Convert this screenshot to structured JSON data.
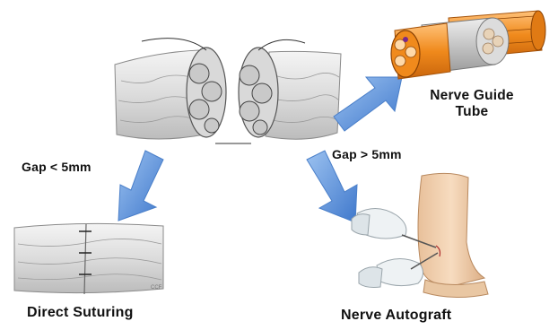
{
  "labels": {
    "gap_small": "Gap < 5mm",
    "gap_large": "Gap > 5mm",
    "guide_line1": "Nerve Guide",
    "guide_line2": "Tube",
    "direct": "Direct Suturing",
    "autograft": "Nerve Autograft",
    "copyright": "CCF"
  },
  "colors": {
    "arrow": "#5b8fd8",
    "nerve_sheath": "#e6e6e6",
    "fascicle": "#d2d2d2",
    "fascicle_orange": "#f59a2c",
    "tube": "#c9c9c9",
    "skin": "#f0d2b3",
    "glove": "#e9eef0"
  }
}
